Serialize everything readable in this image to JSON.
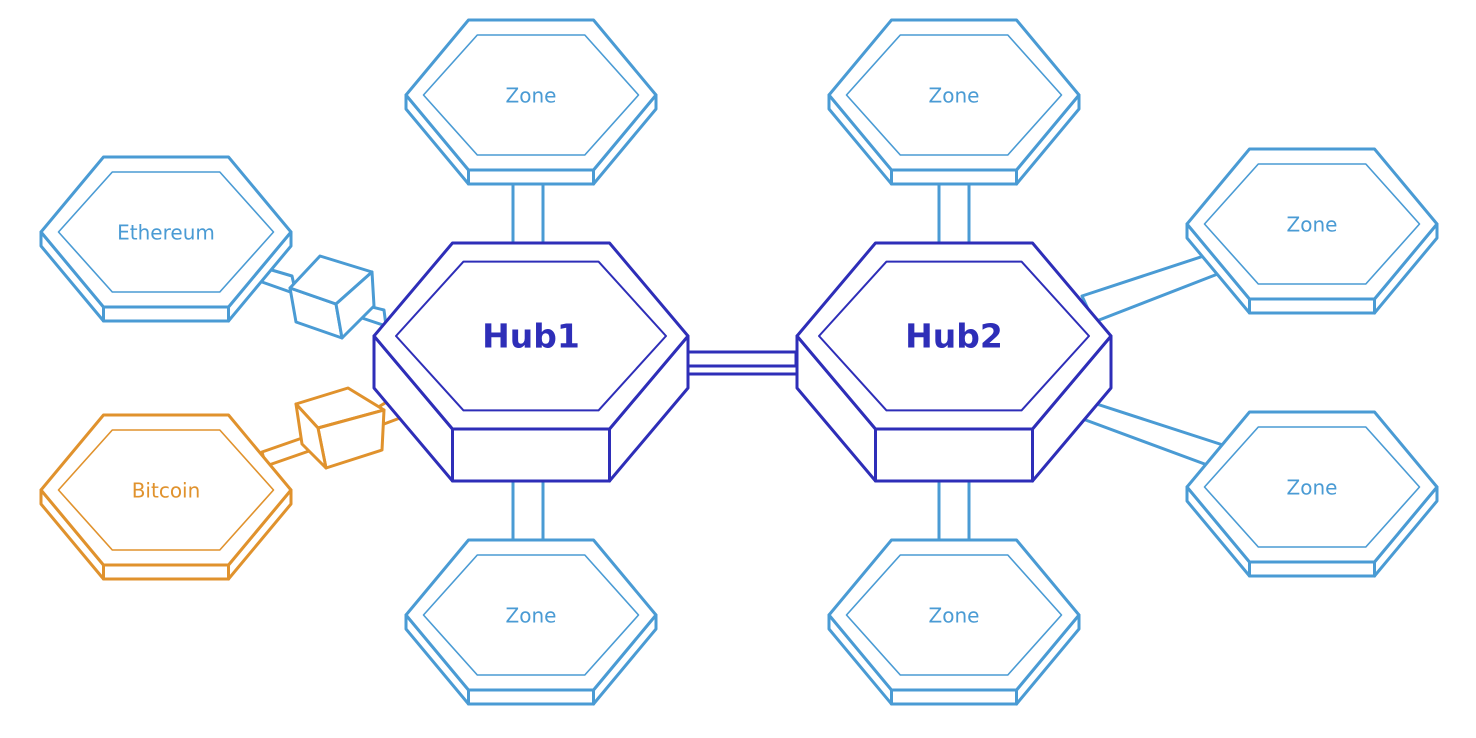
{
  "colors": {
    "zone": "#4a9bd4",
    "hub": "#2e2eb8",
    "bitcoin": "#e0922d",
    "background": "#ffffff"
  },
  "hubs": [
    {
      "id": "hub1",
      "label": "Hub1"
    },
    {
      "id": "hub2",
      "label": "Hub2"
    }
  ],
  "chains": [
    {
      "id": "zone-hub1-top",
      "label": "Zone",
      "color_key": "zone"
    },
    {
      "id": "zone-hub1-bottom",
      "label": "Zone",
      "color_key": "zone"
    },
    {
      "id": "ethereum",
      "label": "Ethereum",
      "color_key": "zone"
    },
    {
      "id": "bitcoin",
      "label": "Bitcoin",
      "color_key": "bitcoin"
    },
    {
      "id": "zone-hub2-top",
      "label": "Zone",
      "color_key": "zone"
    },
    {
      "id": "zone-hub2-upper-right",
      "label": "Zone",
      "color_key": "zone"
    },
    {
      "id": "zone-hub2-lower-right",
      "label": "Zone",
      "color_key": "zone"
    },
    {
      "id": "zone-hub2-bottom",
      "label": "Zone",
      "color_key": "zone"
    }
  ]
}
